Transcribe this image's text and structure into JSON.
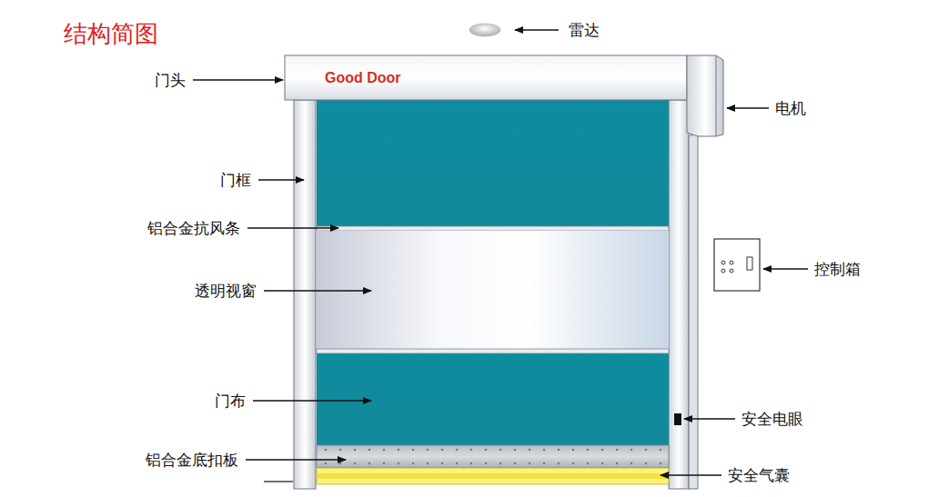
{
  "diagram": {
    "title": "结构简图",
    "nodes": [
      {
        "text": [
          "Good Door"
        ]
      }
    ],
    "labels": [
      "雷达",
      "门头",
      "电机",
      "门框",
      "铝合金抗风条",
      "透明视窗",
      "控制箱",
      "门布",
      "安全电眼",
      "铝合金底扣板",
      "安全气囊"
    ]
  }
}
